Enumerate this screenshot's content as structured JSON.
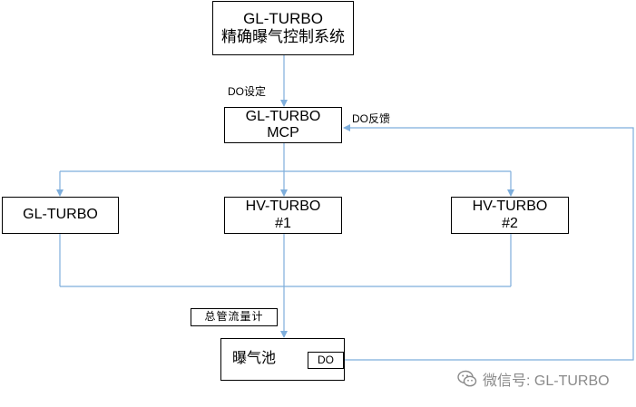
{
  "boxes": {
    "top": {
      "line1": "GL-TURBO",
      "line2": "精确曝气控制系统"
    },
    "mcp": {
      "line1": "GL-TURBO",
      "line2": "MCP"
    },
    "gl_turbo": {
      "label": "GL-TURBO"
    },
    "hv1": {
      "line1": "HV-TURBO",
      "line2": "#1"
    },
    "hv2": {
      "line1": "HV-TURBO",
      "line2": "#2"
    },
    "tank": {
      "label": "曝气池"
    },
    "do_sensor": {
      "label": "DO"
    },
    "flowmeter": {
      "label": "总管流量计"
    }
  },
  "edge_labels": {
    "do_setpoint": "DO设定",
    "do_feedback": "DO反馈"
  },
  "watermark": {
    "text": "微信号: GL-TURBO",
    "icon": "wechat-icon"
  },
  "colors": {
    "connector": "#7eaedc",
    "box_border": "#000000",
    "watermark": "#8a8a8a"
  }
}
